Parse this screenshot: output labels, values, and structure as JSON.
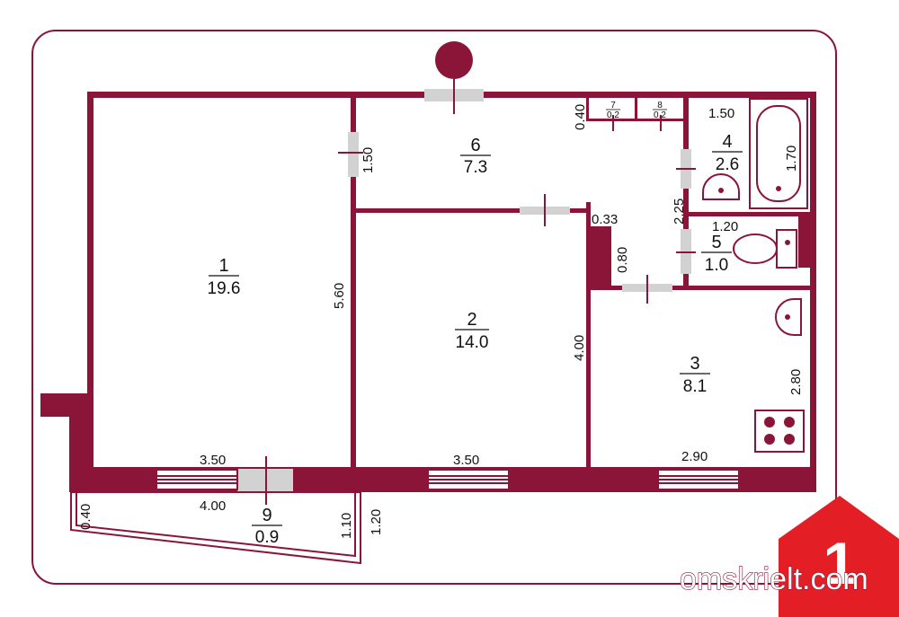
{
  "rooms": [
    {
      "id": "1",
      "area": "19.6"
    },
    {
      "id": "2",
      "area": "14.0"
    },
    {
      "id": "3",
      "area": "8.1"
    },
    {
      "id": "4",
      "area": "2.6"
    },
    {
      "id": "5",
      "area": "1.0"
    },
    {
      "id": "6",
      "area": "7.3"
    },
    {
      "id": "7",
      "area": "0.2"
    },
    {
      "id": "8",
      "area": "0.2"
    },
    {
      "id": "9",
      "area": "0.9"
    }
  ],
  "dimensions": {
    "room1_width": "3.50",
    "room1_height": "5.60",
    "room1_passage": "1.50",
    "room2_width": "3.50",
    "room2_height": "4.00",
    "room3_width": "2.90",
    "room3_height": "2.80",
    "room4_width": "1.50",
    "room4_height": "2.25",
    "bathtub_length": "1.70",
    "room5_width": "1.20",
    "wall_offset": "0.33",
    "wall_length": "0.80",
    "closets_depth": "0.40",
    "balcony_width": "4.00",
    "balcony_depth": "0.40",
    "balcony_side_left": "1.10",
    "balcony_side_right": "1.20"
  },
  "watermark": {
    "text": "omskrielt.com",
    "logo_digit": "1"
  },
  "colors": {
    "wall": "#8a1538",
    "frame": "#8a1538",
    "door": "#d2d2d2",
    "logo": "#e31e24"
  }
}
